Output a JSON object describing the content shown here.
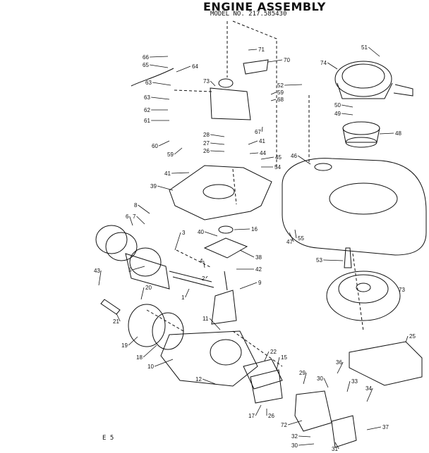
{
  "title": "ENGINE ASSEMBLY",
  "subtitle": "MODEL NO. 217.585430",
  "page_mark": "E 5",
  "callouts": [
    {
      "id": "c66",
      "text": "66"
    },
    {
      "id": "c65",
      "text": "65"
    },
    {
      "id": "c64",
      "text": "64"
    },
    {
      "id": "c63a",
      "text": "63"
    },
    {
      "id": "c63b",
      "text": "63"
    },
    {
      "id": "c62",
      "text": "62"
    },
    {
      "id": "c61",
      "text": "61"
    },
    {
      "id": "c71",
      "text": "71"
    },
    {
      "id": "c70",
      "text": "70"
    },
    {
      "id": "c73a",
      "text": "73"
    },
    {
      "id": "c74",
      "text": "74"
    },
    {
      "id": "c51",
      "text": "51"
    },
    {
      "id": "c52",
      "text": "52"
    },
    {
      "id": "c59a",
      "text": "59"
    },
    {
      "id": "c68",
      "text": "68"
    },
    {
      "id": "c50",
      "text": "50"
    },
    {
      "id": "c49",
      "text": "49"
    },
    {
      "id": "c67",
      "text": "67"
    },
    {
      "id": "c48",
      "text": "48"
    },
    {
      "id": "c28",
      "text": "28"
    },
    {
      "id": "c27",
      "text": "27"
    },
    {
      "id": "c26",
      "text": "26"
    },
    {
      "id": "c60",
      "text": "60"
    },
    {
      "id": "c59b",
      "text": "59"
    },
    {
      "id": "c41a",
      "text": "41"
    },
    {
      "id": "c44",
      "text": "44"
    },
    {
      "id": "c45",
      "text": "45"
    },
    {
      "id": "c54",
      "text": "54"
    },
    {
      "id": "c46",
      "text": "46"
    },
    {
      "id": "c41b",
      "text": "41"
    },
    {
      "id": "c39",
      "text": "39"
    },
    {
      "id": "c8",
      "text": "8"
    },
    {
      "id": "c7",
      "text": "7"
    },
    {
      "id": "c6",
      "text": "6"
    },
    {
      "id": "c3",
      "text": "3"
    },
    {
      "id": "c40",
      "text": "40"
    },
    {
      "id": "c16",
      "text": "16"
    },
    {
      "id": "c47",
      "text": "47"
    },
    {
      "id": "c55",
      "text": "55"
    },
    {
      "id": "c38",
      "text": "38"
    },
    {
      "id": "c5",
      "text": "5"
    },
    {
      "id": "c4",
      "text": "4"
    },
    {
      "id": "c42",
      "text": "42"
    },
    {
      "id": "c53",
      "text": "53"
    },
    {
      "id": "c43",
      "text": "43"
    },
    {
      "id": "c2",
      "text": "2"
    },
    {
      "id": "c9",
      "text": "9"
    },
    {
      "id": "c73b",
      "text": "73"
    },
    {
      "id": "c1",
      "text": "1"
    },
    {
      "id": "c20",
      "text": "20"
    },
    {
      "id": "c21",
      "text": "21"
    },
    {
      "id": "c11",
      "text": "11"
    },
    {
      "id": "c19",
      "text": "19"
    },
    {
      "id": "c18",
      "text": "18"
    },
    {
      "id": "c25",
      "text": "25"
    },
    {
      "id": "c10",
      "text": "10"
    },
    {
      "id": "c22",
      "text": "22"
    },
    {
      "id": "c15",
      "text": "15"
    },
    {
      "id": "c36",
      "text": "36"
    },
    {
      "id": "c12",
      "text": "12"
    },
    {
      "id": "c29",
      "text": "29"
    },
    {
      "id": "c30",
      "text": "30"
    },
    {
      "id": "c33",
      "text": "33"
    },
    {
      "id": "c34",
      "text": "34"
    },
    {
      "id": "c17",
      "text": "17"
    },
    {
      "id": "c26b",
      "text": "26"
    },
    {
      "id": "c72",
      "text": "72"
    },
    {
      "id": "c37",
      "text": "37"
    },
    {
      "id": "c32",
      "text": "32"
    },
    {
      "id": "c30b",
      "text": "30"
    },
    {
      "id": "c31",
      "text": "31"
    }
  ]
}
